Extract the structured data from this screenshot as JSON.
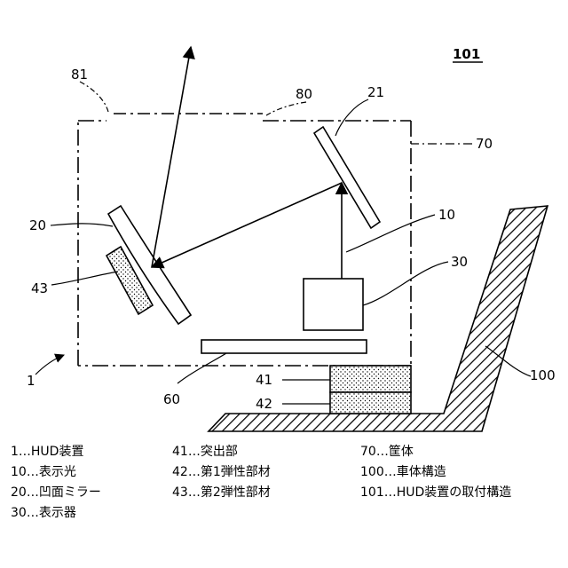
{
  "title": "101",
  "labels": {
    "n81": "81",
    "n80": "80",
    "n21": "21",
    "n70": "70",
    "n20": "20",
    "n10": "10",
    "n30": "30",
    "n43": "43",
    "n1": "1",
    "n100": "100",
    "n41": "41",
    "n42": "42",
    "n60": "60"
  },
  "legend": [
    "1…HUD装置",
    "10…表示光",
    "20…凹面ミラー",
    "30…表示器",
    "41…突出部",
    "42…第1弾性部材",
    "43…第2弾性部材",
    "70…筐体",
    "100…車体構造",
    "101…HUD装置の取付構造"
  ]
}
